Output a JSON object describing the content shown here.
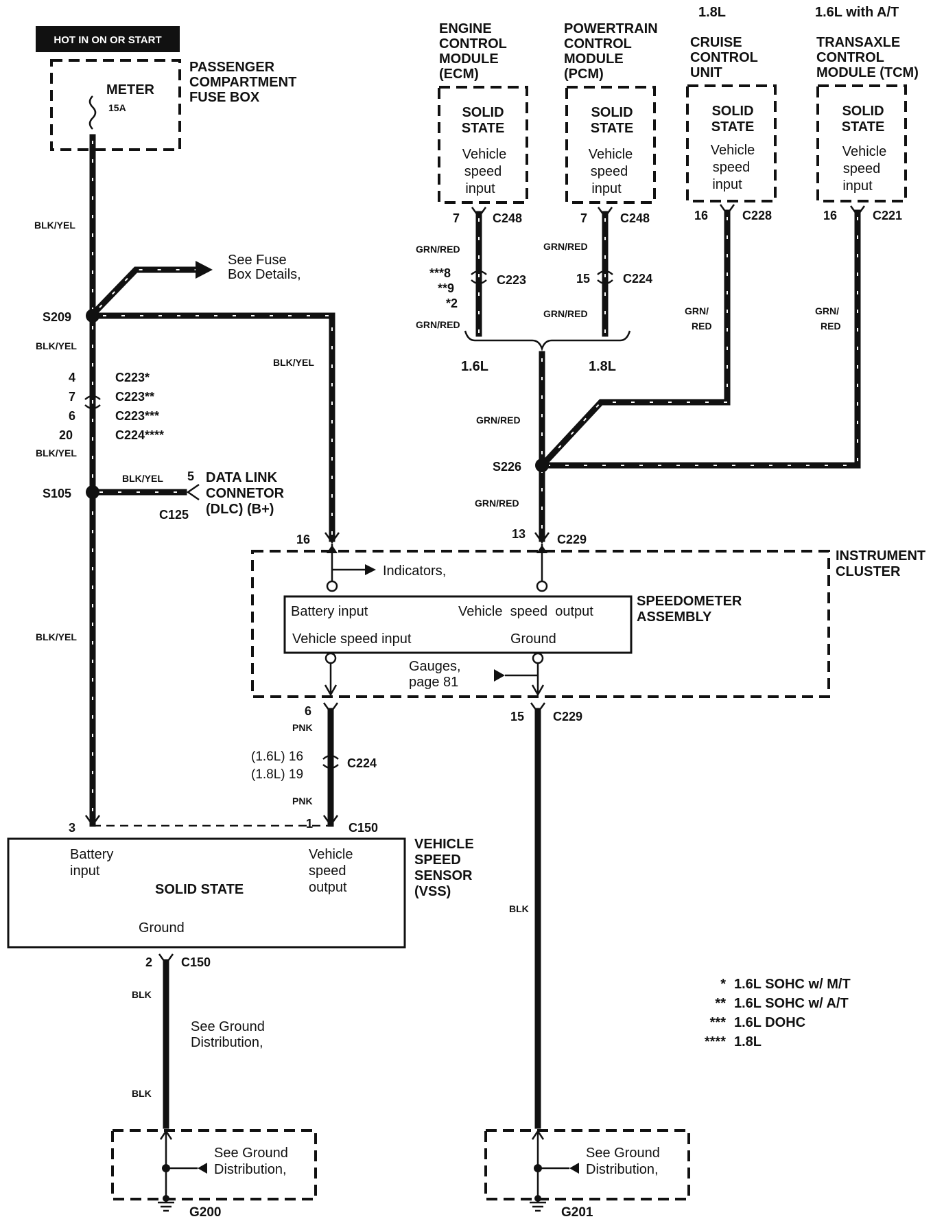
{
  "fuse_box": {
    "hot_label": "HOT IN ON OR START",
    "fuse_name": "METER",
    "fuse_rating": "15A",
    "title_lines": [
      "PASSENGER",
      "COMPARTMENT",
      "FUSE BOX"
    ]
  },
  "wires": {
    "blk_yel": "BLK/YEL",
    "grn_red": "GRN/RED",
    "grn_red_split": [
      "GRN/",
      "RED"
    ],
    "pnk": "PNK",
    "blk": "BLK"
  },
  "splices": {
    "s209": "S209",
    "s105": "S105",
    "s226": "S226"
  },
  "see_fuse": [
    "See Fuse",
    "Box Details,"
  ],
  "c223_block": {
    "pins": [
      "4",
      "7",
      "6",
      "20"
    ],
    "names": [
      "C223*",
      "C223**",
      "C223***",
      "C224****"
    ]
  },
  "dlc": {
    "pin": "5",
    "lines": [
      "DATA LINK",
      "CONNETOR",
      "(DLC) (B+)"
    ],
    "connector": "C125"
  },
  "modules": {
    "ecm": {
      "title": [
        "ENGINE",
        "CONTROL",
        "MODULE",
        "(ECM)"
      ],
      "pin": "7",
      "connector": "C248"
    },
    "pcm": {
      "title": [
        "POWERTRAIN",
        "CONTROL",
        "MODULE",
        "(PCM)"
      ],
      "pin": "7",
      "connector": "C248"
    },
    "cruise": {
      "header": "1.8L",
      "title": [
        "CRUISE",
        "CONTROL",
        "UNIT"
      ],
      "pin": "16",
      "connector": "C228"
    },
    "tcm": {
      "header": "1.6L with A/T",
      "title": [
        "TRANSAXLE",
        "CONTROL",
        "MODULE (TCM)"
      ],
      "pin": "16",
      "connector": "C221"
    },
    "solid_state": [
      "SOLID",
      "STATE"
    ],
    "input_lines": [
      "Vehicle",
      "speed",
      "input"
    ]
  },
  "c223_ecm": {
    "pins": [
      "***8",
      "**9",
      "*2"
    ],
    "connector": "C223"
  },
  "c224_pcm": {
    "pin": "15",
    "connector": "C224"
  },
  "engine_split": {
    "left": "1.6L",
    "right": "1.8L"
  },
  "cluster": {
    "title": [
      "INSTRUMENT",
      "CLUSTER"
    ],
    "pin_left_top": "16",
    "pin_right_top": "13",
    "connector_top": "C229",
    "indicators": "Indicators,",
    "speedo_title": [
      "SPEEDOMETER",
      "ASSEMBLY"
    ],
    "battery_input": "Battery input",
    "vs_output": "Vehicle  speed  output",
    "vs_input": "Vehicle speed input",
    "ground": "Ground",
    "gauges": [
      "Gauges,",
      "page 81"
    ],
    "pin_left_bottom": "6",
    "pin_right_bottom": "15",
    "connector_bottom": "C229"
  },
  "c224_pnk": {
    "line1": "(1.6L) 16",
    "line2": "(1.8L) 19",
    "connector": "C224"
  },
  "vss": {
    "pin_battery": "3",
    "pin_output": "1",
    "connector": "C150",
    "battery_input": [
      "Battery",
      "input"
    ],
    "vs_output": [
      "Vehicle",
      "speed",
      "output"
    ],
    "solid_state": "SOLID STATE",
    "ground": "Ground",
    "title": [
      "VEHICLE",
      "SPEED",
      "SENSOR",
      "(VSS)"
    ],
    "pin_ground": "2",
    "connector_ground": "C150"
  },
  "ground_left": {
    "see": [
      "See Ground",
      "Distribution,"
    ],
    "box_lines": [
      "See Ground",
      "Distribution,"
    ],
    "name": "G200"
  },
  "ground_right": {
    "box_lines": [
      "See Ground",
      "Distribution,"
    ],
    "name": "G201"
  },
  "footnotes": [
    {
      "mark": "*",
      "text": "1.6L SOHC w/ M/T"
    },
    {
      "mark": "**",
      "text": "1.6L SOHC w/ A/T"
    },
    {
      "mark": "***",
      "text": "1.6L DOHC"
    },
    {
      "mark": "****",
      "text": "1.8L"
    }
  ]
}
